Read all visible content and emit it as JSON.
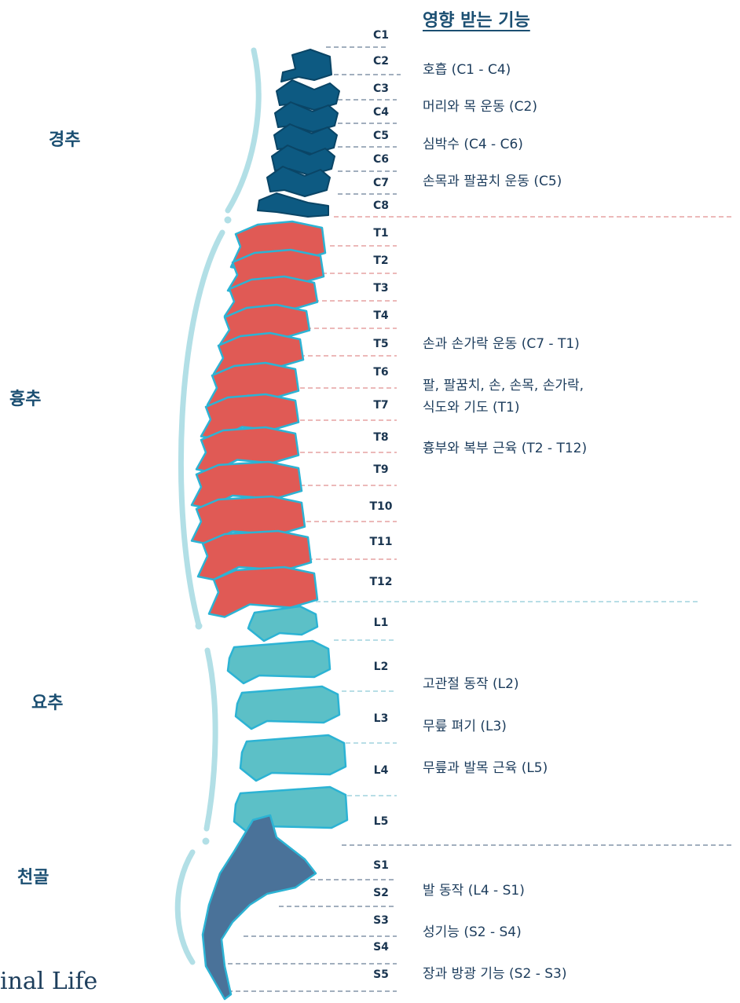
{
  "heading": "영향 받는 기능",
  "regions": {
    "cervical": "경추",
    "thoracic": "흉추",
    "lumbar": "요추",
    "sacral": "천골"
  },
  "vertebrae": [
    "C1",
    "C2",
    "C3",
    "C4",
    "C5",
    "C6",
    "C7",
    "C8",
    "T1",
    "T2",
    "T3",
    "T4",
    "T5",
    "T6",
    "T7",
    "T8",
    "T9",
    "T10",
    "T11",
    "T12",
    "L1",
    "L2",
    "L3",
    "L4",
    "L5",
    "S1",
    "S2",
    "S3",
    "S4",
    "S5"
  ],
  "functions": [
    "호흡 (C1 - C4)",
    "머리와 목 운동 (C2)",
    "심박수 (C4 - C6)",
    "손목과 팔꿈치 운동 (C5)",
    "손과 손가락 운동 (C7 - T1)",
    "팔, 팔꿈치, 손, 손목, 손가락,",
    "식도와 기도 (T1)",
    "흉부와 복부 근육 (T2 - T12)",
    "고관절 동작 (L2)",
    "무릎 펴기 (L3)",
    "무릎과 발목 근육 (L5)",
    "발 동작 (L4 - S1)",
    "성기능 (S2 - S4)",
    "장과 방광 기능 (S2 - S3)"
  ],
  "logo_text": "inal Life",
  "colors": {
    "cervical": "#0d5a82",
    "thoracic": "#e05a55",
    "lumbar": "#5cc0c7",
    "sacral": "#4a7299",
    "outline": "#2cb3d4",
    "curve": "#b2dfe6",
    "region_text": "#1b4f72"
  }
}
